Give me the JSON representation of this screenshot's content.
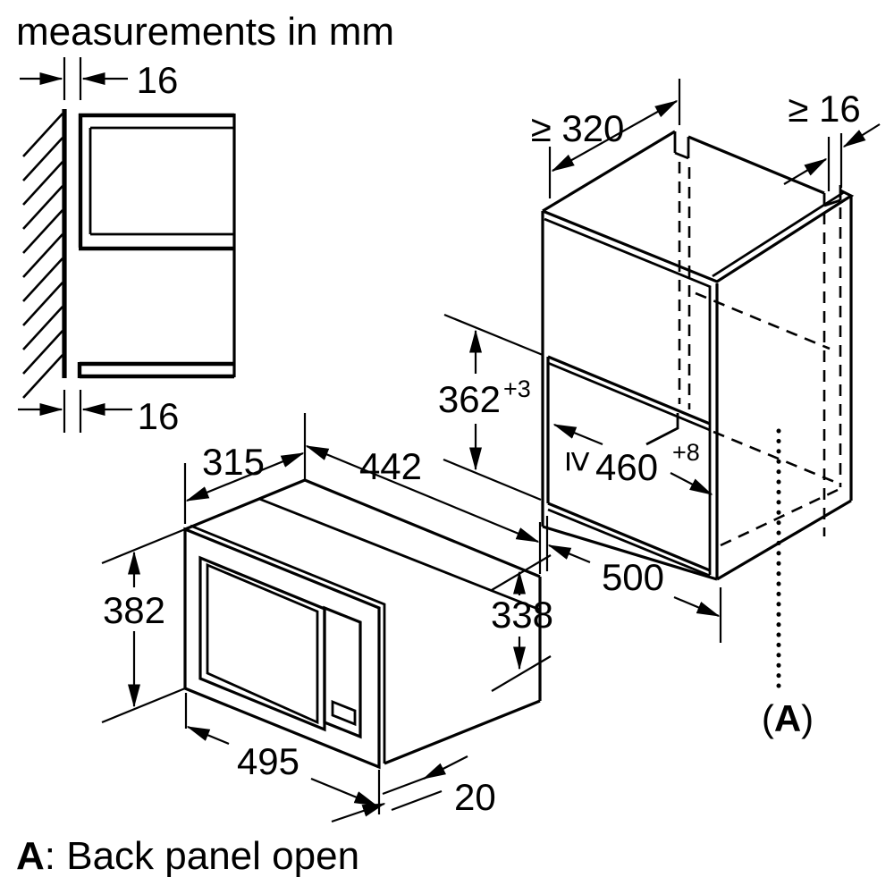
{
  "title": "measurements in mm",
  "wall_detail": {
    "top_gap": "16",
    "bottom_gap": "16"
  },
  "cabinet": {
    "depth_min": "≥ 320",
    "rear_gap_min": "≥ 16",
    "niche_height": "362",
    "niche_height_tol": "+3",
    "niche_width_prefix": "≥",
    "niche_width": "460",
    "niche_width_tol": "+8",
    "niche_depth": "500"
  },
  "microwave": {
    "body_depth": "315",
    "body_width": "442",
    "front_height": "382",
    "body_height": "338",
    "front_width": "495",
    "frame_depth": "20"
  },
  "back_panel_marker": {
    "open": "(",
    "letter": "A",
    "close": ")"
  },
  "legend": {
    "label": "A",
    "text": ": Back panel open"
  },
  "colors": {
    "ink": "#000000",
    "paper": "#ffffff"
  }
}
